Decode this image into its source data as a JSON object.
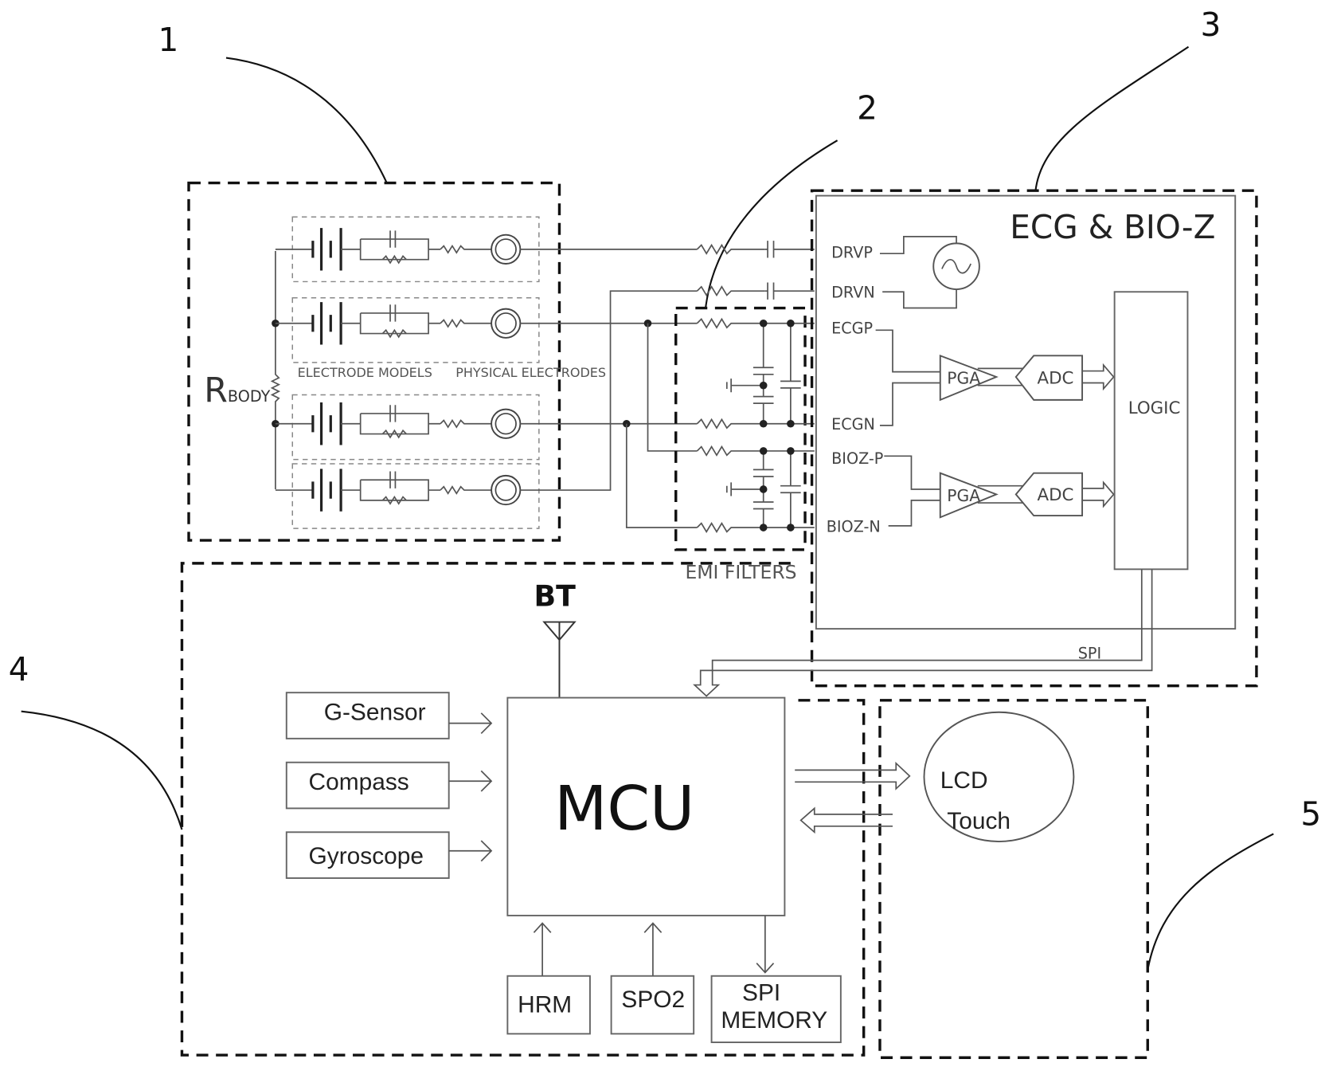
{
  "reference_numerals": {
    "n1": "1",
    "n2": "2",
    "n3": "3",
    "n4": "4",
    "n5": "5"
  },
  "electrodes": {
    "rbody_main": "R",
    "rbody_sub": "BODY",
    "models_label": "ELECTRODE MODELS",
    "physical_label": "PHYSICAL ELECTRODES"
  },
  "emi": {
    "label": "EMI FILTERS"
  },
  "afe": {
    "title": "ECG & BIO-Z",
    "pins": {
      "drvp": "DRVP",
      "drvn": "DRVN",
      "ecgp": "ECGP",
      "ecgn": "ECGN",
      "biozp": "BIOZ-P",
      "biozn": "BIOZ-N"
    },
    "pga_label": "PGA",
    "adc_label": "ADC",
    "logic_label": "LOGIC",
    "spi_label": "SPI"
  },
  "mcu_block": {
    "bt_label": "BT",
    "mcu_label": "MCU",
    "sensors": [
      "G-Sensor",
      "Compass",
      "Gyroscope"
    ],
    "peripherals": {
      "hrm": "HRM",
      "spo2": "SPO2",
      "spi_memory_line1": "SPI",
      "spi_memory_line2": "MEMORY"
    }
  },
  "display": {
    "lcd": "LCD",
    "touch": "Touch"
  }
}
